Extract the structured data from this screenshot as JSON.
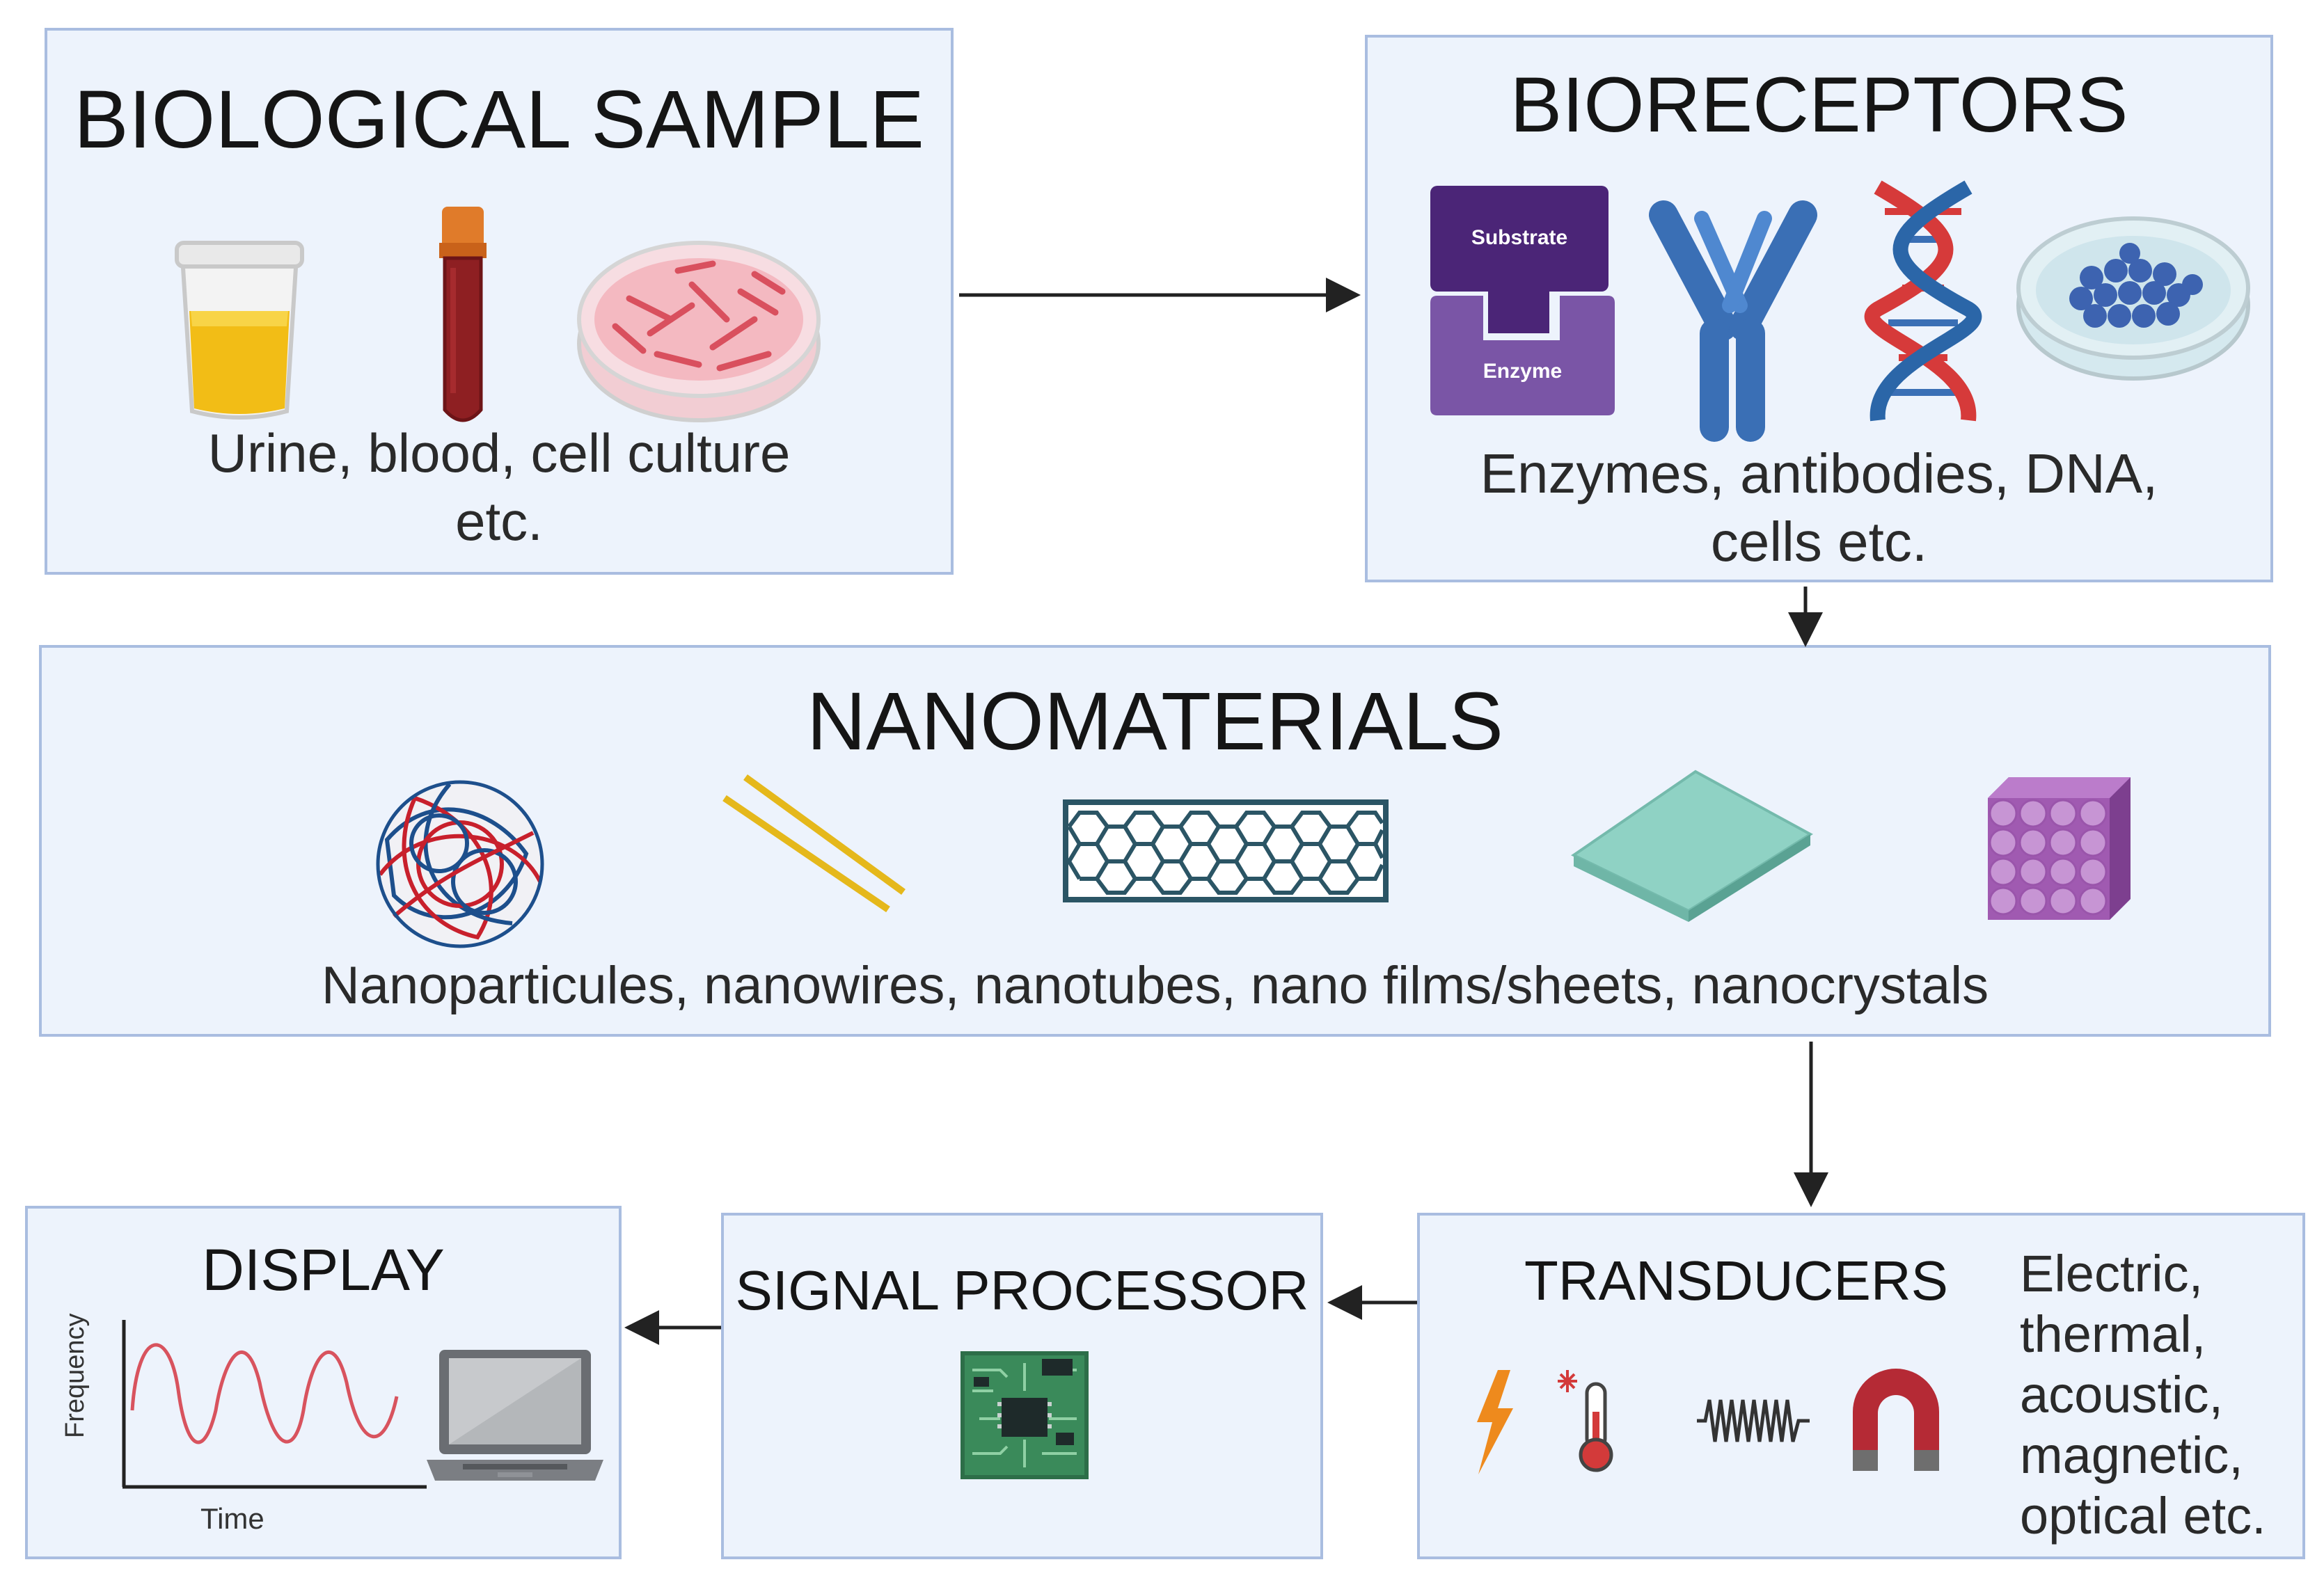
{
  "biological_sample": {
    "title": "BIOLOGICAL SAMPLE",
    "caption_line1": "Urine, blood, cell culture",
    "caption_line2": "etc."
  },
  "bioreceptors": {
    "title": "BIORECEPTORS",
    "substrate_label": "Substrate",
    "enzyme_label": "Enzyme",
    "caption_line1": "Enzymes, antibodies, DNA,",
    "caption_line2": "cells etc."
  },
  "nanomaterials": {
    "title": "NANOMATERIALS",
    "caption": "Nanoparticules, nanowires, nanotubes, nano films/sheets, nanocrystals"
  },
  "display": {
    "title": "DISPLAY",
    "y_axis_label": "Frequency",
    "x_axis_label": "Time"
  },
  "signal_processor": {
    "title": "SIGNAL PROCESSOR"
  },
  "transducers": {
    "title": "TRANSDUCERS",
    "types": [
      "Electric,",
      "thermal,",
      "acoustic,",
      "magnetic,",
      "optical etc."
    ]
  },
  "colors": {
    "box_fill": "#edf3fc",
    "box_border": "#a9bde0",
    "arrow": "#222222"
  },
  "icons": {
    "biological_sample": [
      "urine-cup-icon",
      "blood-tube-icon",
      "petri-dish-cells-icon"
    ],
    "bioreceptors": [
      "enzyme-substrate-icon",
      "antibody-icon",
      "dna-icon",
      "cell-dish-icon"
    ],
    "nanomaterials": [
      "nanoparticle-icon",
      "nanowire-icon",
      "nanotube-icon",
      "nanosheet-icon",
      "nanocrystal-icon"
    ],
    "transducers": [
      "lightning-icon",
      "thermometer-icon",
      "sound-wave-icon",
      "magnet-icon"
    ],
    "signal_processor": [
      "circuit-board-icon"
    ],
    "display": [
      "signal-plot-icon",
      "laptop-icon"
    ]
  }
}
